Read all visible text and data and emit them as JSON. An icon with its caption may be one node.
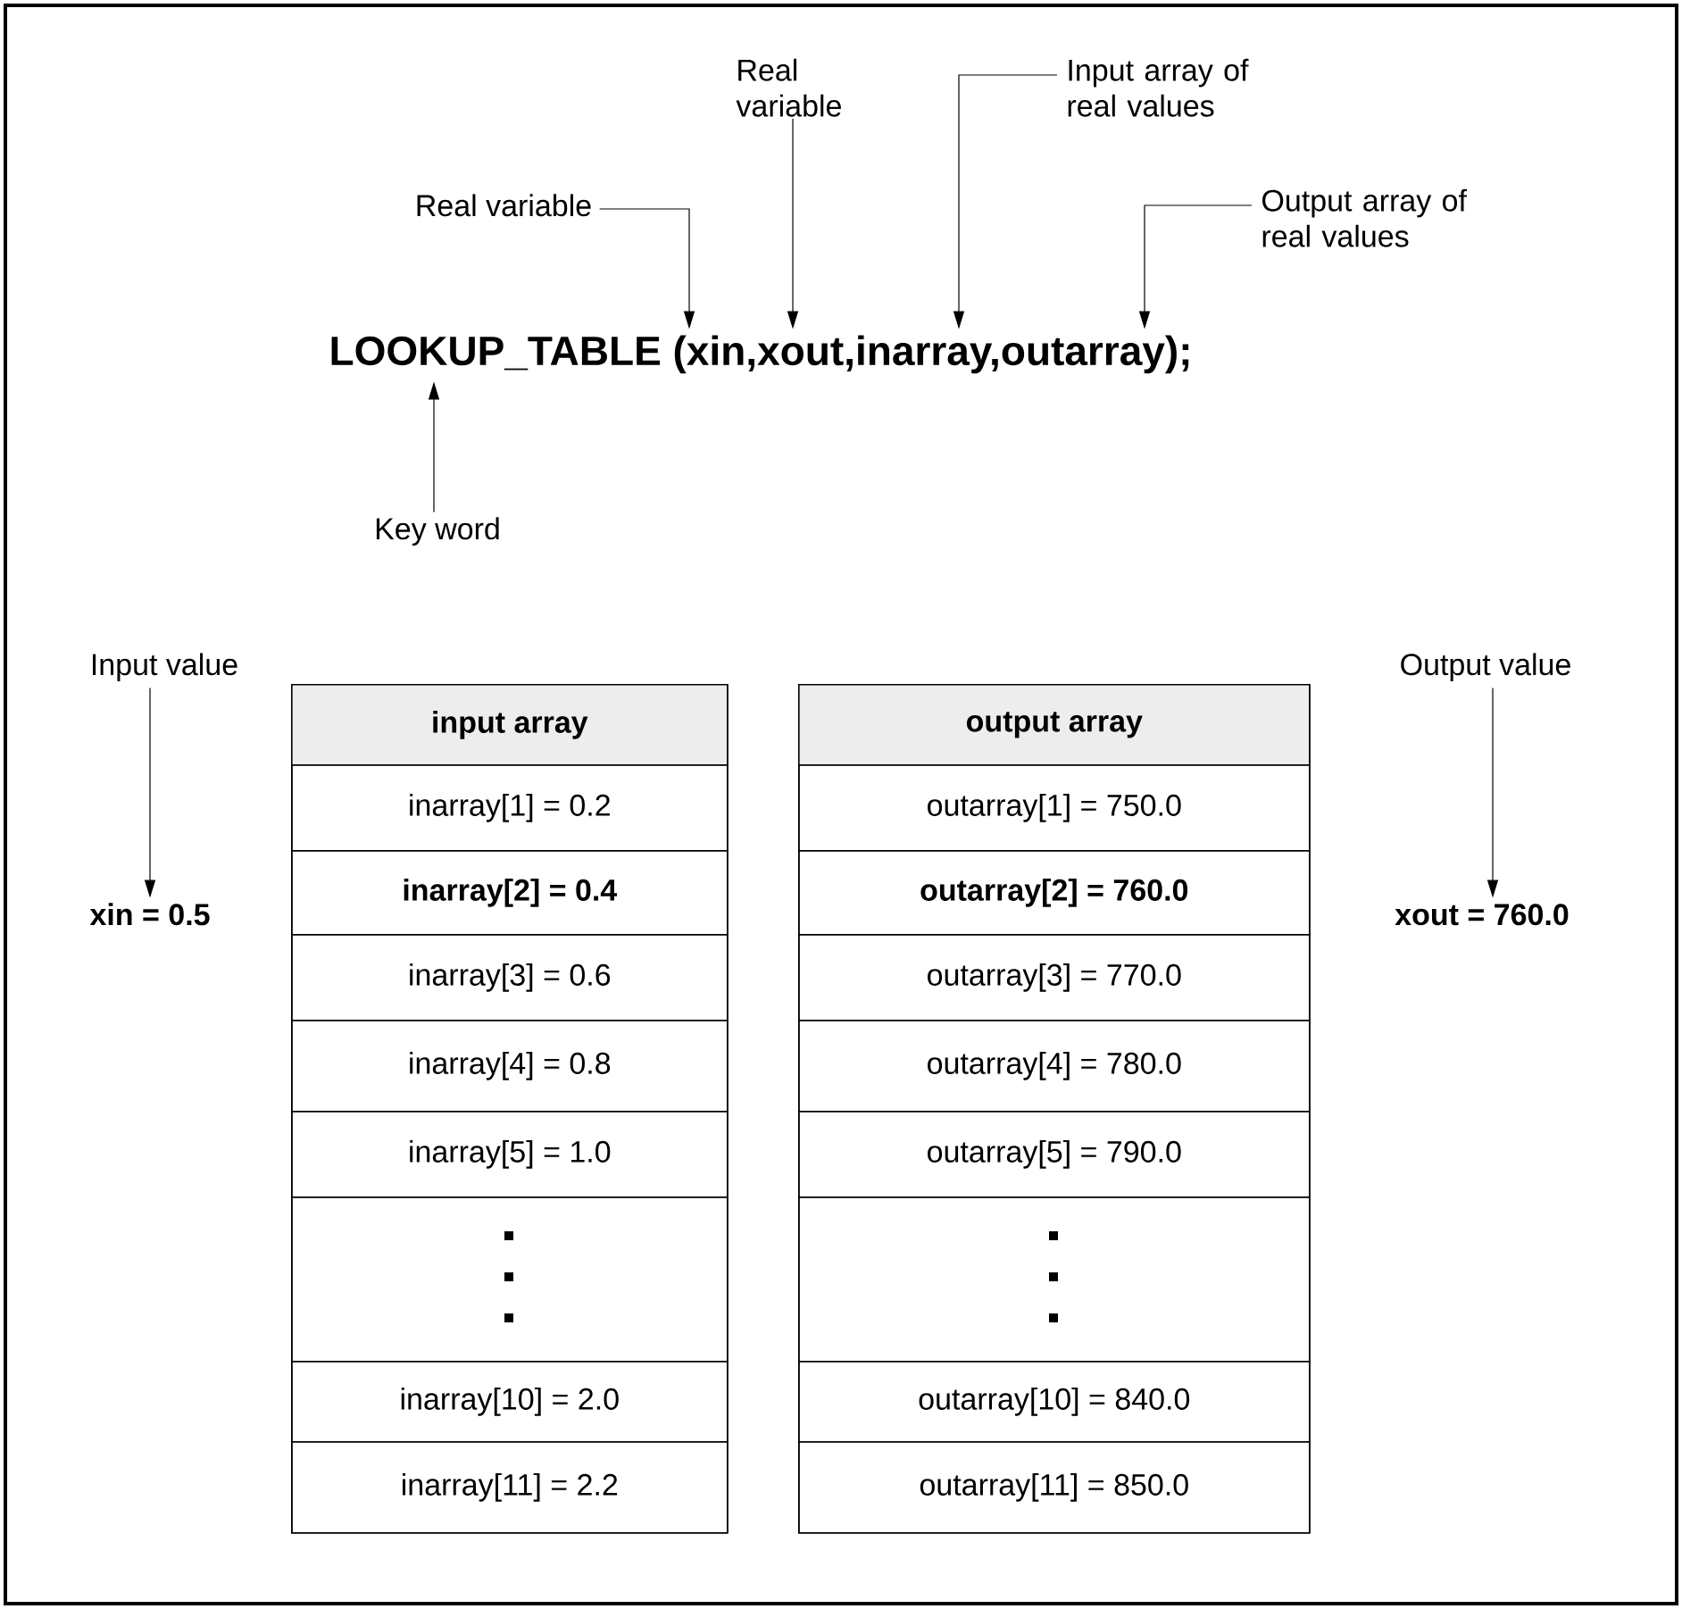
{
  "diagram": {
    "nodes": [
      {
        "text": [
          "Real variable"
        ]
      },
      {
        "text": [
          "Input array of real values"
        ]
      },
      {
        "text": [
          "Real variable"
        ]
      },
      {
        "text": [
          "Output array of real values"
        ]
      },
      {
        "text": [
          "LOOKUP_TABLE (xin,xout,inarray,outarray);"
        ]
      },
      {
        "text": [
          "Key word"
        ]
      },
      {
        "text": [
          "Input value"
        ]
      },
      {
        "text": [
          "Output value"
        ]
      },
      {
        "text": [
          "xin = 0.5"
        ]
      },
      {
        "text": [
          "xout = 760.0"
        ]
      },
      {
        "text": [],
        "shape": "box"
      },
      {
        "text": [
          "input array"
        ],
        "in": 10
      },
      {
        "text": [
          "inarray[1] = 0.2"
        ],
        "in": 10
      },
      {
        "text": [
          "inarray[2] = 0.4"
        ],
        "in": 10
      },
      {
        "text": [
          "inarray[3] = 0.6"
        ],
        "in": 10
      },
      {
        "text": [
          "inarray[4] = 0.8"
        ],
        "in": 10
      },
      {
        "text": [
          "inarray[5] = 1.0"
        ],
        "in": 10
      },
      {
        "text": [],
        "shape": "box",
        "in": 10
      },
      {
        "text": [
          "inarray[10] = 2.0"
        ],
        "in": 10
      },
      {
        "text": [
          "inarray[11] = 2.2"
        ],
        "in": 10
      },
      {
        "text": [],
        "shape": "box"
      },
      {
        "text": [
          "output array"
        ],
        "in": 20
      },
      {
        "text": [
          "outarray[1] = 750.0"
        ],
        "in": 20
      },
      {
        "text": [
          "outarray[2] = 760.0"
        ],
        "in": 20
      },
      {
        "text": [
          "outarray[3] = 770.0"
        ],
        "in": 20
      },
      {
        "text": [
          "outarray[4] = 780.0"
        ],
        "in": 20
      },
      {
        "text": [
          "outarray[5] = 790.0"
        ],
        "in": 20
      },
      {
        "text": [],
        "shape": "box",
        "in": 20
      },
      {
        "text": [
          "outarray[10] = 840.0"
        ],
        "in": 20
      },
      {
        "text": [
          "outarray[11] = 850.0"
        ],
        "in": 20
      }
    ],
    "edges": [
      {
        "from": 2,
        "to": 4,
        "arrow": "to"
      },
      {
        "from": 0,
        "to": 4,
        "arrow": "to"
      },
      {
        "from": 1,
        "to": 4,
        "arrow": "to"
      },
      {
        "from": 3,
        "to": 4,
        "arrow": "to"
      },
      {
        "from": 5,
        "to": 4,
        "arrow": "to"
      },
      {
        "from": 6,
        "to": 8,
        "arrow": "to"
      },
      {
        "from": 7,
        "to": 9,
        "arrow": "to"
      }
    ]
  }
}
